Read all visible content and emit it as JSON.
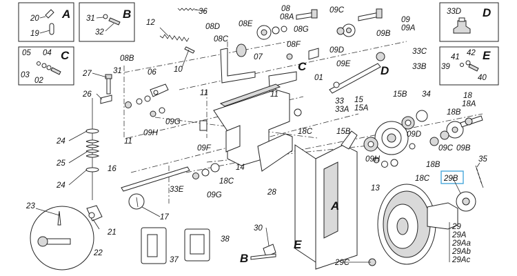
{
  "diagram": {
    "inset_letters": [
      "A",
      "B",
      "C",
      "D",
      "E"
    ],
    "inset_A": {
      "letter": "A",
      "labels": [
        "20",
        "19"
      ]
    },
    "inset_B": {
      "letter": "B",
      "labels": [
        "31",
        "32"
      ]
    },
    "inset_C": {
      "letter": "C",
      "labels": [
        "05",
        "04",
        "03",
        "02"
      ]
    },
    "inset_D": {
      "letter": "D",
      "labels": [
        "33D"
      ]
    },
    "inset_E": {
      "letter": "E",
      "labels": [
        "41",
        "42",
        "39",
        "40"
      ]
    },
    "highlight_label": "29B",
    "highlight_color": "#3aa0d8",
    "callouts_29": [
      "29",
      "29A",
      "29Aa",
      "29Ab",
      "29Ac"
    ],
    "labels": [
      "36",
      "08",
      "08A",
      "09C",
      "09",
      "09A",
      "12",
      "08D",
      "08E",
      "08G",
      "09B",
      "08C",
      "07",
      "08F",
      "09D",
      "33C",
      "33B",
      "09E",
      "10",
      "C",
      "D",
      "27",
      "08B",
      "31",
      "06",
      "11",
      "11",
      "01",
      "26",
      "09H",
      "09G",
      "33",
      "33A",
      "15",
      "15A",
      "15B",
      "34",
      "18",
      "18A",
      "18B",
      "11",
      "09F",
      "18C",
      "24",
      "25",
      "24",
      "14",
      "15B",
      "09D",
      "09C",
      "09B",
      "16",
      "28",
      "09H",
      "18C",
      "18B",
      "33E",
      "09G",
      "18C",
      "35",
      "A",
      "13",
      "17",
      "23",
      "21",
      "22",
      "E",
      "30",
      "38",
      "37",
      "B",
      "29C"
    ]
  }
}
